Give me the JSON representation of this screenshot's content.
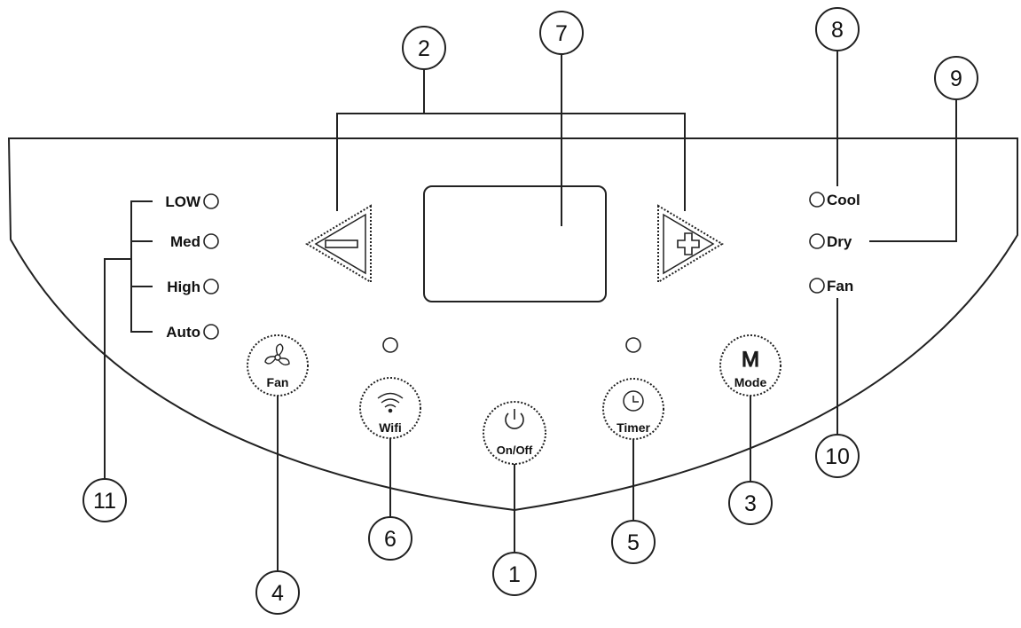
{
  "fan_speed_indicators": [
    "LOW",
    "Med",
    "High",
    "Auto"
  ],
  "mode_indicators": [
    "Cool",
    "Dry",
    "Fan"
  ],
  "buttons": {
    "fan": "Fan",
    "wifi": "Wifi",
    "power": "On/Off",
    "timer": "Timer",
    "mode": "Mode",
    "mode_icon": "M"
  },
  "callouts": {
    "c1": "1",
    "c2": "2",
    "c3": "3",
    "c4": "4",
    "c5": "5",
    "c6": "6",
    "c7": "7",
    "c8": "8",
    "c9": "9",
    "c10": "10",
    "c11": "11"
  },
  "icons": {
    "fan": "fan-icon",
    "wifi": "wifi-icon",
    "power": "power-icon",
    "timer": "clock-icon",
    "minus": "minus-icon",
    "plus": "plus-icon"
  }
}
